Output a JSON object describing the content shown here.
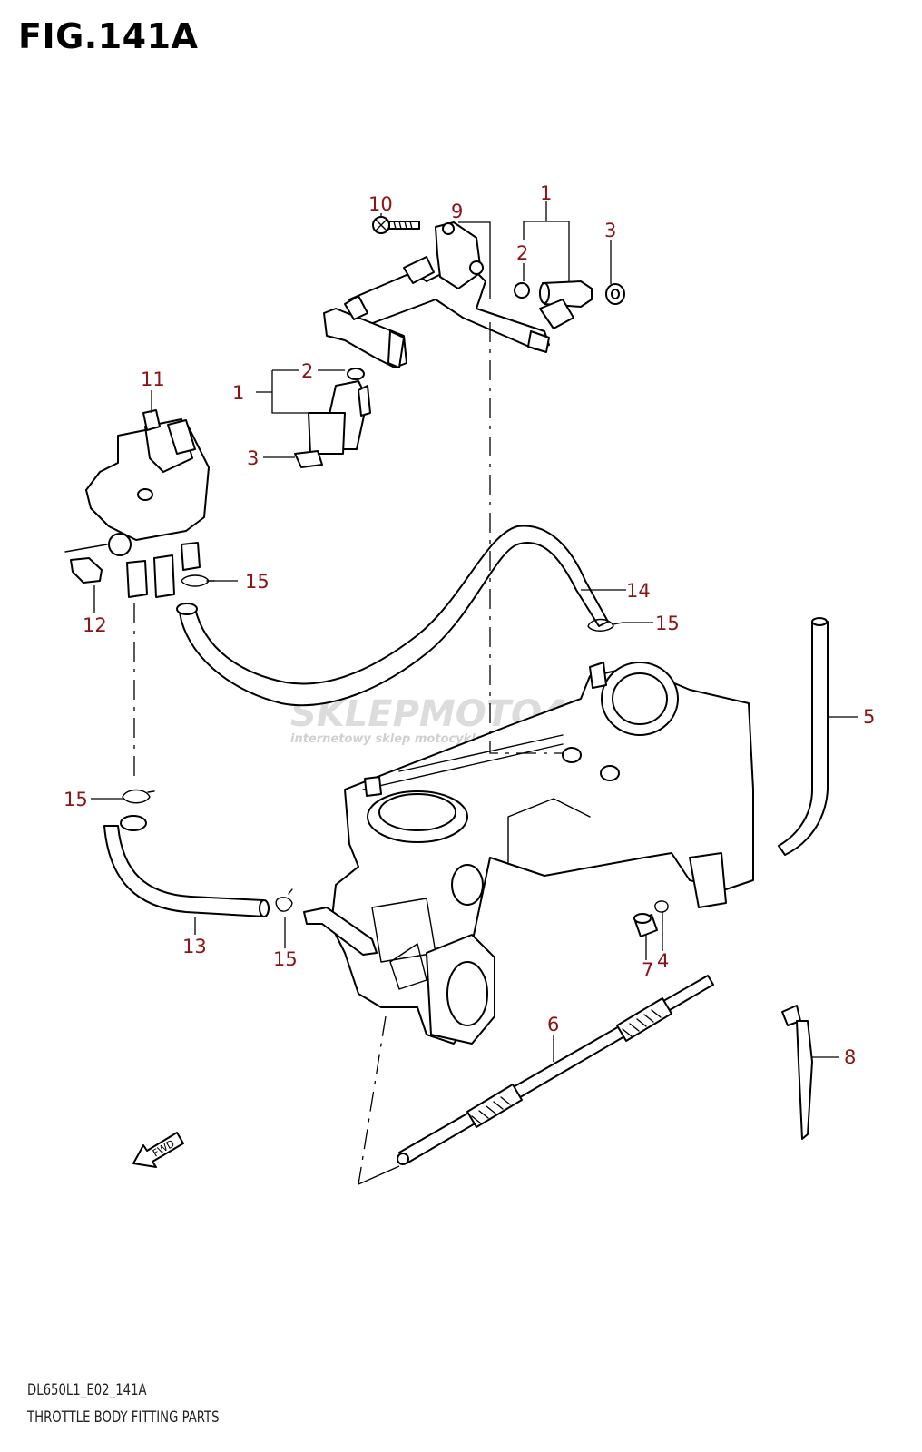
{
  "figure": {
    "title": "FIG.141A",
    "code": "DL650L1_E02_141A",
    "caption": "THROTTLE BODY FITTING PARTS"
  },
  "watermark": {
    "text": "SKLEPMOTO4E.PL",
    "subtext": "internetowy sklep motocyklowy"
  },
  "fwd_label": "FWD",
  "callouts": {
    "c1_top": "1",
    "c2_top": "2",
    "c3_top": "3",
    "c9": "9",
    "c10": "10",
    "c1_left": "1",
    "c2_left": "2",
    "c3_left": "3",
    "c11": "11",
    "c12": "12",
    "c14": "14",
    "c15_a": "15",
    "c15_b": "15",
    "c15_c": "15",
    "c15_d": "15",
    "c5": "5",
    "c13": "13",
    "c7": "7",
    "c4": "4",
    "c6": "6",
    "c8": "8"
  },
  "colors": {
    "callout": "#8b1414",
    "line": "#000000",
    "watermark": "#dcdcdc"
  }
}
